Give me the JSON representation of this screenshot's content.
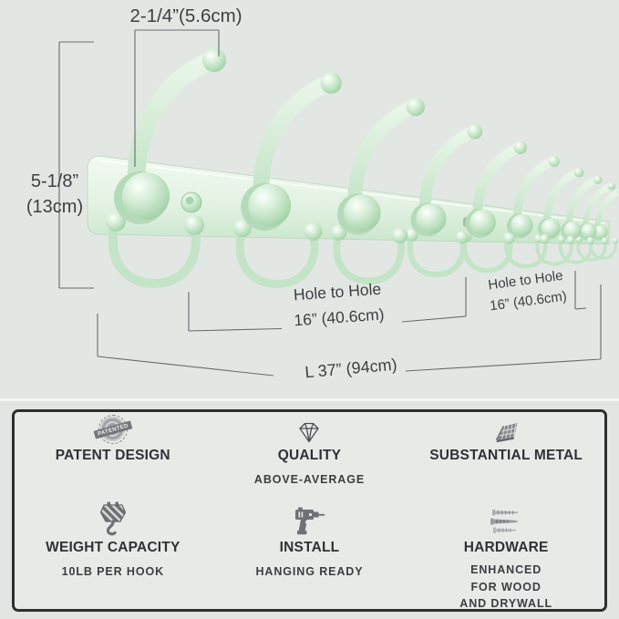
{
  "colors": {
    "background": "#e3e7e4",
    "rail_green": "#e7f5e8",
    "hook_green": "#c7e6ca",
    "dimension_line": "#686c70",
    "text_dark": "#3a3e42",
    "panel_border": "#2b2f33",
    "icon_gray": "#6e7276"
  },
  "product": {
    "hook_count": 10
  },
  "dimensions": {
    "width_top": "2-1/4”(5.6cm)",
    "height_line1": "5-1/8”",
    "height_line2": "(13cm)",
    "hole1": {
      "line1": "Hole to Hole",
      "line2": "16” (40.6cm)"
    },
    "hole2": {
      "line1": "Hole to Hole",
      "line2": "16” (40.6cm)"
    },
    "total_length": "L 37” (94cm)"
  },
  "badge": {
    "text": "PATENTED"
  },
  "features": [
    {
      "icon": "patented-stamp-icon",
      "title": "PATENT DESIGN",
      "subtitles": []
    },
    {
      "icon": "diamond-quality-icon",
      "title": "QUALITY",
      "subtitles": [
        "ABOVE-AVERAGE"
      ]
    },
    {
      "icon": "metal-slab-icon",
      "title": "SUBSTANTIAL METAL",
      "subtitles": []
    },
    {
      "icon": "crane-hook-icon",
      "title": "WEIGHT CAPACITY",
      "subtitles": [
        "10LB PER HOOK"
      ]
    },
    {
      "icon": "power-drill-icon",
      "title": "INSTALL",
      "subtitles": [
        "HANGING READY"
      ]
    },
    {
      "icon": "screws-anchors-icon",
      "title": "HARDWARE",
      "subtitles": [
        "ENHANCED",
        "FOR WOOD",
        "AND DRYWALL"
      ]
    }
  ]
}
